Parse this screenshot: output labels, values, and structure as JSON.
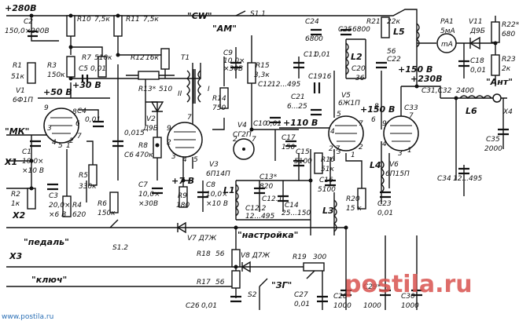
{
  "watermark": {
    "site": "postila.ru",
    "corner": "www.postila.ru"
  },
  "rails": {
    "b280": "+280В",
    "b50": "+50 В",
    "b30": "+30 В",
    "b110": "+110 В",
    "b150a": "+150 В",
    "b150b": "+150 В",
    "b230": "+230В",
    "b7": "+7 В"
  },
  "terminals": {
    "mk": "\"МК\"",
    "x1": "X1",
    "x2": "X2",
    "pedal": "\"педаль\"",
    "x3": "X3",
    "key": "\"ключ\"",
    "ant": "\"Ант\"",
    "x4": "X4"
  },
  "switches": {
    "cw": "\"CW\"",
    "am": "\"AM\"",
    "s11": "S1.1",
    "s12": "S1.2",
    "tuning": "\"настройка\"",
    "s2": "S2",
    "zg": "\"ЗГ\""
  },
  "resistors": {
    "r1": [
      "R1",
      "51к"
    ],
    "r2": [
      "R2",
      "1к"
    ],
    "r3": [
      "R3",
      "150к"
    ],
    "r4": [
      "R4",
      "620"
    ],
    "r5": [
      "R5",
      "330к"
    ],
    "r6": [
      "R6",
      "150к"
    ],
    "r7": [
      "R7",
      "510к"
    ],
    "r8": [
      "R8",
      "470к"
    ],
    "r9": [
      "R9",
      "180"
    ],
    "r10": [
      "R10",
      "7,5к"
    ],
    "r11": [
      "R11",
      "7,5к"
    ],
    "r12": [
      "R12",
      "16к"
    ],
    "r13": [
      "R13*",
      "510"
    ],
    "r14": [
      "R14",
      "750"
    ],
    "r15": [
      "R15",
      "3,3к"
    ],
    "r16": [
      "R16",
      "51к"
    ],
    "r17": [
      "R17",
      "56"
    ],
    "r18": [
      "R18",
      "56"
    ],
    "r19": [
      "R19",
      "300"
    ],
    "r20": [
      "R20",
      "15 к"
    ],
    "r21": [
      "R21",
      "22к"
    ],
    "r22": [
      "R22*",
      "680"
    ],
    "r23": [
      "R23",
      "2к"
    ]
  },
  "capacitors": {
    "c1": [
      "C1",
      "10,0×",
      "×10 В"
    ],
    "c2": [
      "C2",
      "150,0×200В"
    ],
    "c3": [
      "C3",
      "20,0×",
      "×6 В"
    ],
    "c4": [
      "C4",
      "0,01"
    ],
    "c5": [
      "C5",
      "0,01"
    ],
    "c6": [
      "C6",
      "0,015"
    ],
    "c7": [
      "C7",
      "10,0×",
      "×30В"
    ],
    "c8": [
      "C8",
      "10,0×",
      "×10 В"
    ],
    "c9": [
      "C9",
      "10,0×",
      "×30В"
    ],
    "c10": [
      "C10",
      "0,01"
    ],
    "c11": [
      "C11",
      "0,01"
    ],
    "c12": [
      "C12",
      "12...495"
    ],
    "c13": [
      "C13*",
      "820"
    ],
    "c14": [
      "C14",
      "25...150"
    ],
    "c15": [
      "C15",
      "5100"
    ],
    "c16": [
      "C16",
      "5100"
    ],
    "c17": [
      "C17",
      "150"
    ],
    "c18": [
      "C18",
      "0,01"
    ],
    "c19": [
      "C19",
      "16"
    ],
    "c20": [
      "C20",
      "36"
    ],
    "c21": [
      "C21",
      "6...25"
    ],
    "c22": [
      "C22",
      "56"
    ],
    "c23": [
      "C23",
      "0,01"
    ],
    "c24": [
      "C24",
      "6800"
    ],
    "c25": [
      "C25",
      "6800"
    ],
    "c26": [
      "C26",
      "0,01"
    ],
    "c27": [
      "C27",
      "0,01"
    ],
    "c28": [
      "C28",
      "1000"
    ],
    "c29": [
      "C29*",
      "1000"
    ],
    "c30": [
      "C30",
      "1000"
    ],
    "c31c32": "C31,C32",
    "c31val": "2400",
    "c33": "C33",
    "c34": [
      "C34",
      "12...495"
    ],
    "c35": [
      "C35",
      "2000"
    ],
    "c121": "C12.1",
    "c122": "C12.2",
    "c122v": "12...495"
  },
  "inductors": {
    "l1": "L1",
    "l2": "L2",
    "l3": "L3",
    "l4": "L4",
    "l5": "L5",
    "l6": "L6"
  },
  "tubes": {
    "v1": [
      "V1",
      "6Ф1П"
    ],
    "v3": [
      "V3",
      "6П14П"
    ],
    "v4": [
      "V4",
      "СГ2П"
    ],
    "v5": [
      "V5",
      "6Ж1П"
    ],
    "v6": [
      "V6",
      "6П15П"
    ]
  },
  "semis": {
    "v2": [
      "V2",
      "Д9Б"
    ],
    "v7": "V7 Д7Ж",
    "v8": "V8 Д7Ж",
    "v11": [
      "V11",
      "Д9Б"
    ]
  },
  "meter": {
    "ref": "PA1",
    "range": "5мА",
    "symbol": "mA"
  },
  "transformer": {
    "ref": "T1",
    "w1": "I",
    "w2": "II"
  },
  "pins": {
    "v1": [
      "9",
      "8",
      "6",
      "4",
      "5",
      "1",
      "3",
      "2",
      "7"
    ],
    "v3": [
      "7",
      "9",
      "2",
      "3",
      "4",
      "5"
    ],
    "v4": [
      "2",
      "7"
    ],
    "v5": [
      "5",
      "4",
      "3",
      "7",
      "1",
      "2"
    ],
    "v6": [
      "9",
      "7",
      "4",
      "3",
      "1"
    ],
    "misc": [
      "2,7",
      "6",
      "8"
    ]
  }
}
